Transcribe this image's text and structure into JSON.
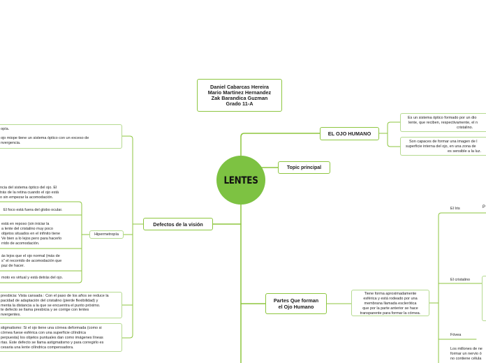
{
  "central_topic": {
    "label": "LENTES"
  },
  "authors": {
    "lines": [
      "Daniel Cabarcas Hereira",
      "Mario Martinez Hernandez",
      "Zak Barandica Guzman",
      "Grado 11-A"
    ]
  },
  "ojo_humano": {
    "label": "EL OJO HUMANO",
    "details": [
      {
        "lines": [
          "Es un sistema óptico formado por un dio",
          "lente, que reciben, respectivamente, el n",
          "cristalino."
        ]
      },
      {
        "lines": [
          "Son capaces de formar una imagen de l",
          "superficie interna del ojo, en una zona de",
          "es sensible a la luz."
        ]
      }
    ]
  },
  "topic_principal": {
    "label": "Topic principal"
  },
  "defectos": {
    "label": "Defectos de la visión",
    "miopia": {
      "lines": [
        "opía.",
        "ojo miope tiene un sistema óptico con un exceso de",
        "nvergencia."
      ]
    },
    "hipermetropia": {
      "label": "Hipermetropía",
      "details": [
        {
          "lines": [
            "ncia del sistema óptico del ojo. El",
            "trás de la retina cuando el ojo está",
            "o sin empezar la acomodación."
          ]
        },
        {
          "lines": [
            "El foco está fuera del globo ocular."
          ]
        },
        {
          "lines": [
            "está en reposo (sin iniciar la",
            "a lente del cristalino muy poco",
            "objetos situados en el infinito tiene",
            "Ve bien a lo lejos pero para hacerlo",
            "rrido de acomodación."
          ]
        },
        {
          "lines": [
            "ás lejos que el ojo normal (más de",
            "s\" el recorrido de acomodación que",
            "paz de hacer."
          ]
        },
        {
          "lines": [
            "moto es virtual y está detrás del ojo."
          ]
        }
      ]
    },
    "presbicia": {
      "lines": [
        "presbicia: Vista cansada : Con el paso de los años se reduce la",
        "pacidad de adaptación del cristalino (pierde flexibilidad) y",
        "menta la distancia a la que se encuentra el punto próximo.",
        "te defecto se llama presbicia y se corrige con lentes",
        "nvergentes."
      ]
    },
    "astigmatismo": {
      "lines": [
        "stigmatismo: Si el ojo tiene una córnea deformada (como si",
        "córnea fuese esférica con una superficie cilíndrica",
        "perpuesta) los objetos puntuales dan como imágenes líneas",
        "rtas. Este defecto se llama astigmatismo y para corregirlo es",
        "cesaria una lente cilíndrica compensadora."
      ]
    }
  },
  "partes": {
    "label_lines": [
      "Partes Que forman",
      "el Ojo Humano"
    ],
    "description": {
      "lines": [
        "Tiene forma aproximadamente",
        "esférica y está rodeado por una",
        "membrana llamada esclerótica",
        "que por la parte anterior se hace",
        "transparente para formar la córnea."
      ]
    },
    "iris": {
      "label": "El Iris",
      "child_label": "P"
    },
    "cristalino": {
      "label": "El cristalino"
    },
    "fovea": {
      "label": "Fóvea"
    },
    "nervio": {
      "lines": [
        "Los millones de ne",
        "formar un nervio ó",
        "no contiene célula"
      ]
    }
  },
  "colors": {
    "branch": "#8dc63f",
    "central_fill": "#7dc242",
    "sub_border": "#b5da90",
    "text": "#1c1c1c"
  }
}
